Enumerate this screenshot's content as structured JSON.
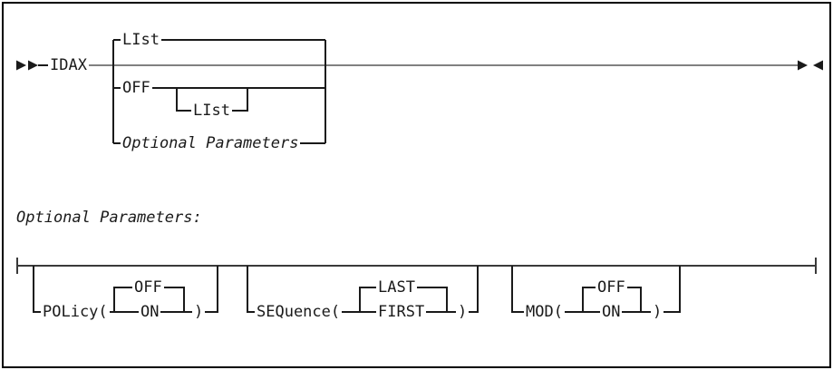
{
  "diagram_type": "railroad-syntax-diagram",
  "syntax": {
    "keyword": "IDAX",
    "default_option": "LIst",
    "off_option": "OFF",
    "off_sub_option": "LIst",
    "fragment_reference": "Optional Parameters"
  },
  "fragment": {
    "heading": "Optional Parameters:",
    "groups": [
      {
        "keyword": "POLicy(",
        "default_value": "OFF",
        "alternate_value": "ON",
        "close_paren": ")"
      },
      {
        "keyword": "SEQuence(",
        "default_value": "LAST",
        "alternate_value": "FIRST",
        "close_paren": ")"
      },
      {
        "keyword": "MOD(",
        "default_value": "OFF",
        "alternate_value": "ON",
        "close_paren": ")"
      }
    ]
  },
  "terminators": {
    "start": "begin-statement-double-arrow",
    "end": "end-statement-arrow-pair",
    "fragment_start": "fragment-start-tick",
    "fragment_end": "fragment-end-tick"
  },
  "colors": {
    "line": "#1a1a1a",
    "main_rail": "#808080",
    "lower_rail": "#3a3a3a",
    "text": "#1a1a1a",
    "background": "#ffffff",
    "border": "#000000"
  }
}
